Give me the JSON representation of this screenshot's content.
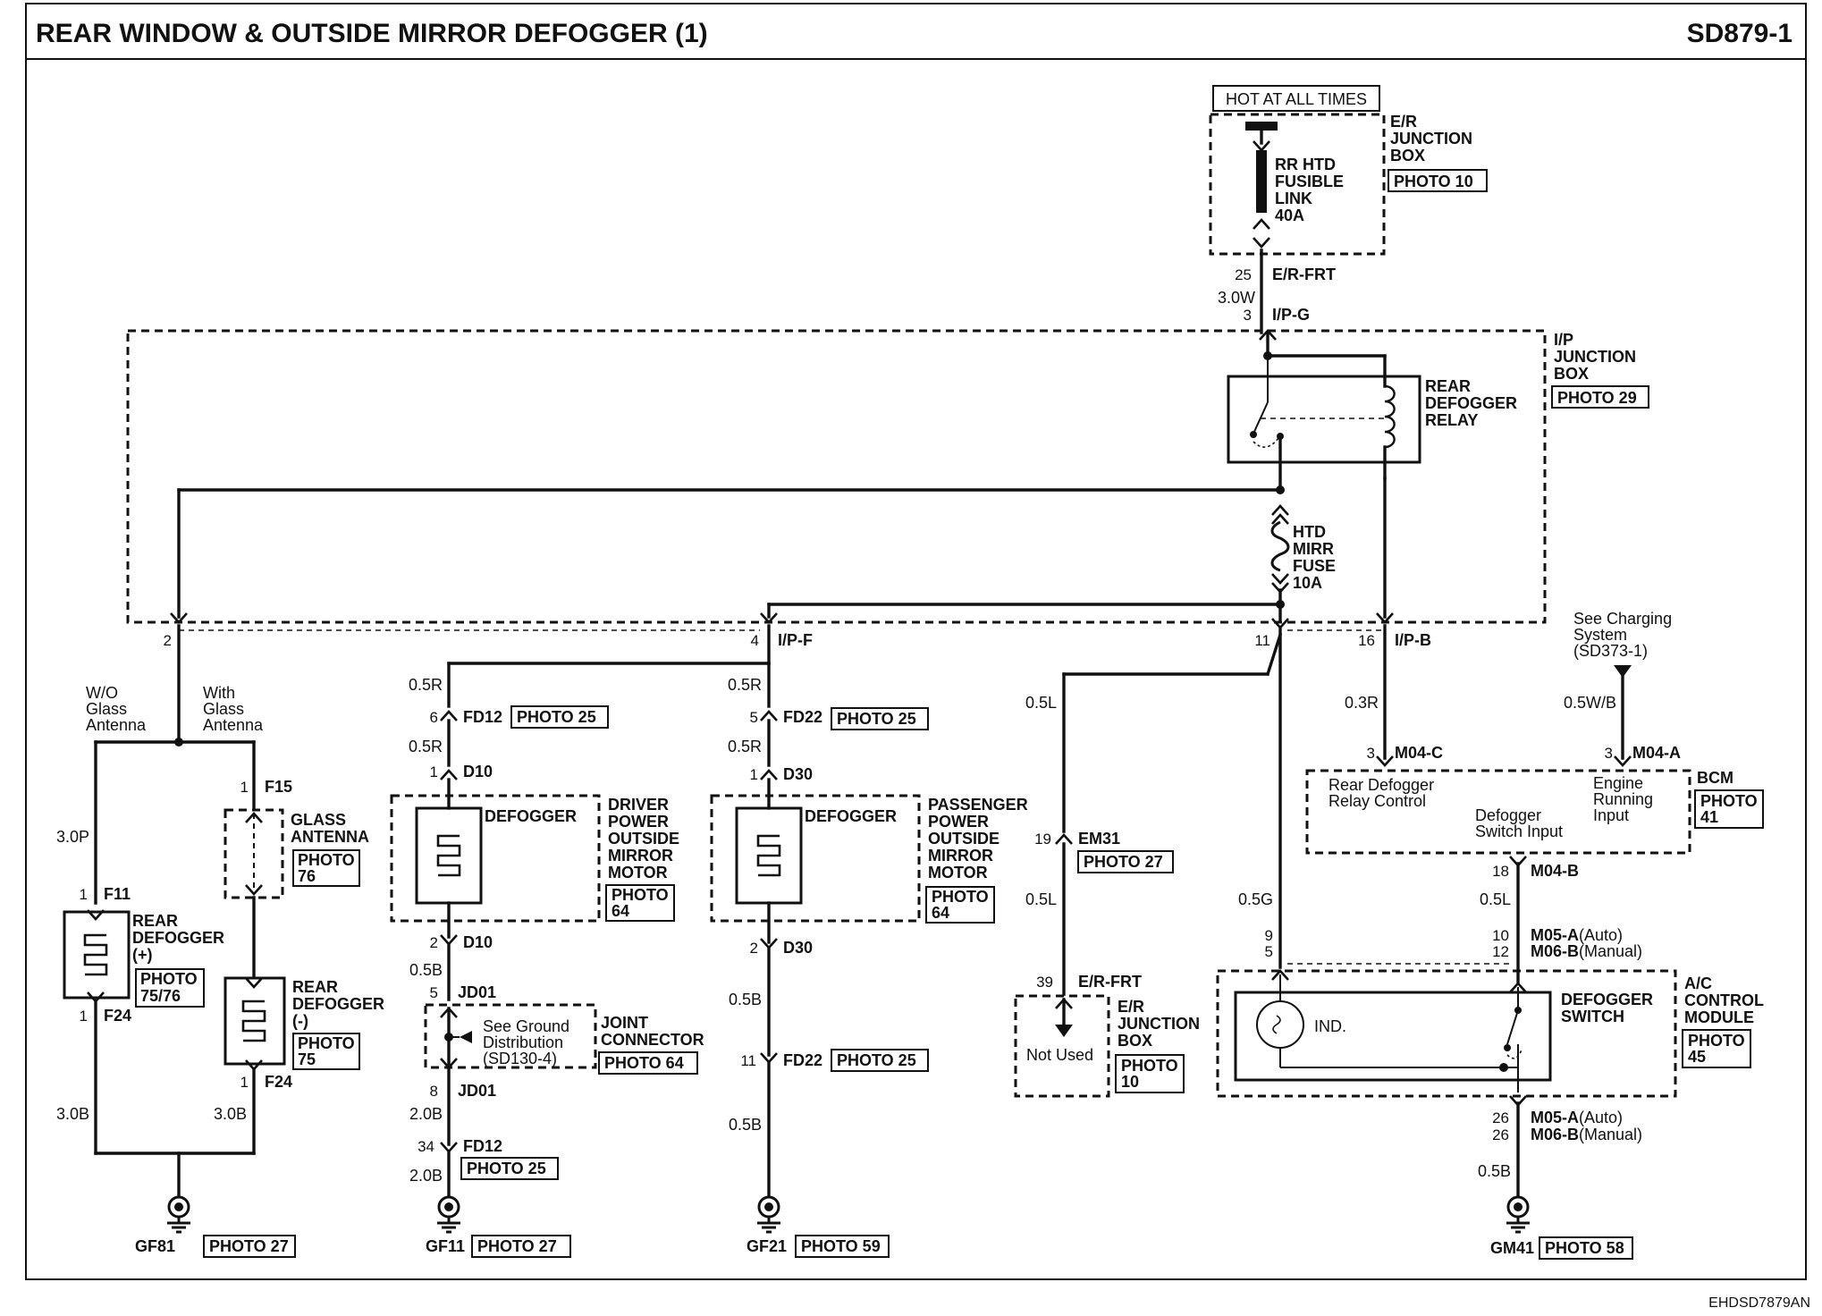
{
  "header": {
    "title": "REAR WINDOW & OUTSIDE MIRROR DEFOGGER (1)",
    "code": "SD879-1"
  },
  "footer_code": "EHDSD7879AN",
  "supply": {
    "hot_label": "HOT AT ALL TIMES",
    "er_box": [
      "E/R",
      "JUNCTION",
      "BOX"
    ],
    "er_photo": "PHOTO 10",
    "fusible_link": [
      "RR HTD",
      "FUSIBLE",
      "LINK",
      "40A"
    ],
    "pin_25": "25",
    "conn_erfrt": "E/R-FRT",
    "wire_30w": "3.0W",
    "pin_3": "3",
    "conn_ipg": "I/P-G"
  },
  "ip_box": {
    "label": [
      "I/P",
      "JUNCTION",
      "BOX"
    ],
    "photo": "PHOTO 29",
    "relay": [
      "REAR",
      "DEFOGGER",
      "RELAY"
    ],
    "fuse": [
      "HTD",
      "MIRR",
      "FUSE",
      "10A"
    ],
    "pin_2": "2",
    "pin_4": "4",
    "conn_ipf": "I/P-F",
    "pin_11": "11",
    "pin_16": "16",
    "conn_ipb": "I/P-B"
  },
  "rear_defogger": {
    "wo_glass": [
      "W/O",
      "Glass",
      "Antenna"
    ],
    "with_glass": [
      "With",
      "Glass",
      "Antenna"
    ],
    "wire_30p": "3.0P",
    "pin_f11": "1",
    "conn_f11": "F11",
    "plus_label": [
      "REAR",
      "DEFOGGER",
      "(+)"
    ],
    "plus_photo": [
      "PHOTO",
      "75/76"
    ],
    "pin_f24a": "1",
    "conn_f24a": "F24",
    "pin_f15": "1",
    "conn_f15": "F15",
    "glass_label": [
      "GLASS",
      "ANTENNA"
    ],
    "glass_photo": [
      "PHOTO",
      "76"
    ],
    "minus_label": [
      "REAR",
      "DEFOGGER",
      "(-)"
    ],
    "minus_photo": [
      "PHOTO",
      "75"
    ],
    "pin_f24b": "1",
    "conn_f24b": "F24",
    "wire_30b_a": "3.0B",
    "wire_30b_b": "3.0B",
    "ground": "GF81",
    "ground_photo": "PHOTO 27"
  },
  "driver_mirror": {
    "wire_05r_a": "0.5R",
    "pin_fd12": "6",
    "conn_fd12": "FD12",
    "fd12_photo": "PHOTO 25",
    "wire_05r_b": "0.5R",
    "pin_d10a": "1",
    "conn_d10a": "D10",
    "defogger": "DEFOGGER",
    "label": [
      "DRIVER",
      "POWER",
      "OUTSIDE",
      "MIRROR",
      "MOTOR"
    ],
    "photo": [
      "PHOTO",
      "64"
    ],
    "pin_d10b": "2",
    "conn_d10b": "D10",
    "wire_05b": "0.5B",
    "pin_jd01a": "5",
    "conn_jd01a": "JD01",
    "see_ground": [
      "See Ground",
      "Distribution",
      "(SD130-4)"
    ],
    "joint": [
      "JOINT",
      "CONNECTOR"
    ],
    "joint_photo": "PHOTO 64",
    "pin_jd01b": "8",
    "conn_jd01b": "JD01",
    "wire_20b_a": "2.0B",
    "pin_fd12b": "34",
    "conn_fd12b": "FD12",
    "fd12b_photo": "PHOTO 25",
    "wire_20b_b": "2.0B",
    "ground": "GF11",
    "ground_photo": "PHOTO 27"
  },
  "passenger_mirror": {
    "wire_05r_a": "0.5R",
    "pin_fd22": "5",
    "conn_fd22": "FD22",
    "fd22_photo": "PHOTO 25",
    "wire_05r_b": "0.5R",
    "pin_d30a": "1",
    "conn_d30a": "D30",
    "defogger": "DEFOGGER",
    "label": [
      "PASSENGER",
      "POWER",
      "OUTSIDE",
      "MIRROR",
      "MOTOR"
    ],
    "photo": [
      "PHOTO",
      "64"
    ],
    "pin_d30b": "2",
    "conn_d30b": "D30",
    "wire_05b_a": "0.5B",
    "pin_fd22b": "11",
    "conn_fd22b": "FD22",
    "fd22b_photo": "PHOTO 25",
    "wire_05b_b": "0.5B",
    "ground": "GF21",
    "ground_photo": "PHOTO 59"
  },
  "em31": {
    "wire_05l_a": "0.5L",
    "pin": "19",
    "conn": "EM31",
    "photo": "PHOTO 27",
    "wire_05l_b": "0.5L",
    "pin_39": "39",
    "conn_erfrt": "E/R-FRT",
    "not_used": "Not Used",
    "box": [
      "E/R",
      "JUNCTION",
      "BOX"
    ],
    "box_photo": [
      "PHOTO",
      "10"
    ]
  },
  "bcm": {
    "wire_03r": "0.3R",
    "pin_m04c": "3",
    "conn_m04c": "M04-C",
    "charging": [
      "See Charging",
      "System",
      "(SD373-1)"
    ],
    "wire_05wb": "0.5W/B",
    "pin_m04a": "3",
    "conn_m04a": "M04-A",
    "rear_relay_ctrl": [
      "Rear Defogger",
      "Relay Control"
    ],
    "engine_running": [
      "Engine",
      "Running",
      "Input"
    ],
    "switch_input": [
      "Defogger",
      "Switch Input"
    ],
    "label": "BCM",
    "photo": [
      "PHOTO",
      "41"
    ],
    "pin_m04b": "18",
    "conn_m04b": "M04-B"
  },
  "ac_module": {
    "wire_05g": "0.5G",
    "wire_05l": "0.5L",
    "pin_9": "9",
    "pin_5": "5",
    "pin_10": "10",
    "conn_m05a": "M05-A",
    "auto": "(Auto)",
    "pin_12": "12",
    "conn_m06b": "M06-B",
    "manual": "(Manual)",
    "ind": "IND.",
    "switch": [
      "DEFOGGER",
      "SWITCH"
    ],
    "label": [
      "A/C",
      "CONTROL",
      "MODULE"
    ],
    "photo": [
      "PHOTO",
      "45"
    ],
    "pin_26a": "26",
    "conn_m05a_b": "M05-A",
    "auto_b": "(Auto)",
    "pin_26b": "26",
    "conn_m06b_b": "M06-B",
    "manual_b": "(Manual)",
    "wire_05b": "0.5B",
    "ground": "GM41",
    "ground_photo": "PHOTO 58"
  }
}
